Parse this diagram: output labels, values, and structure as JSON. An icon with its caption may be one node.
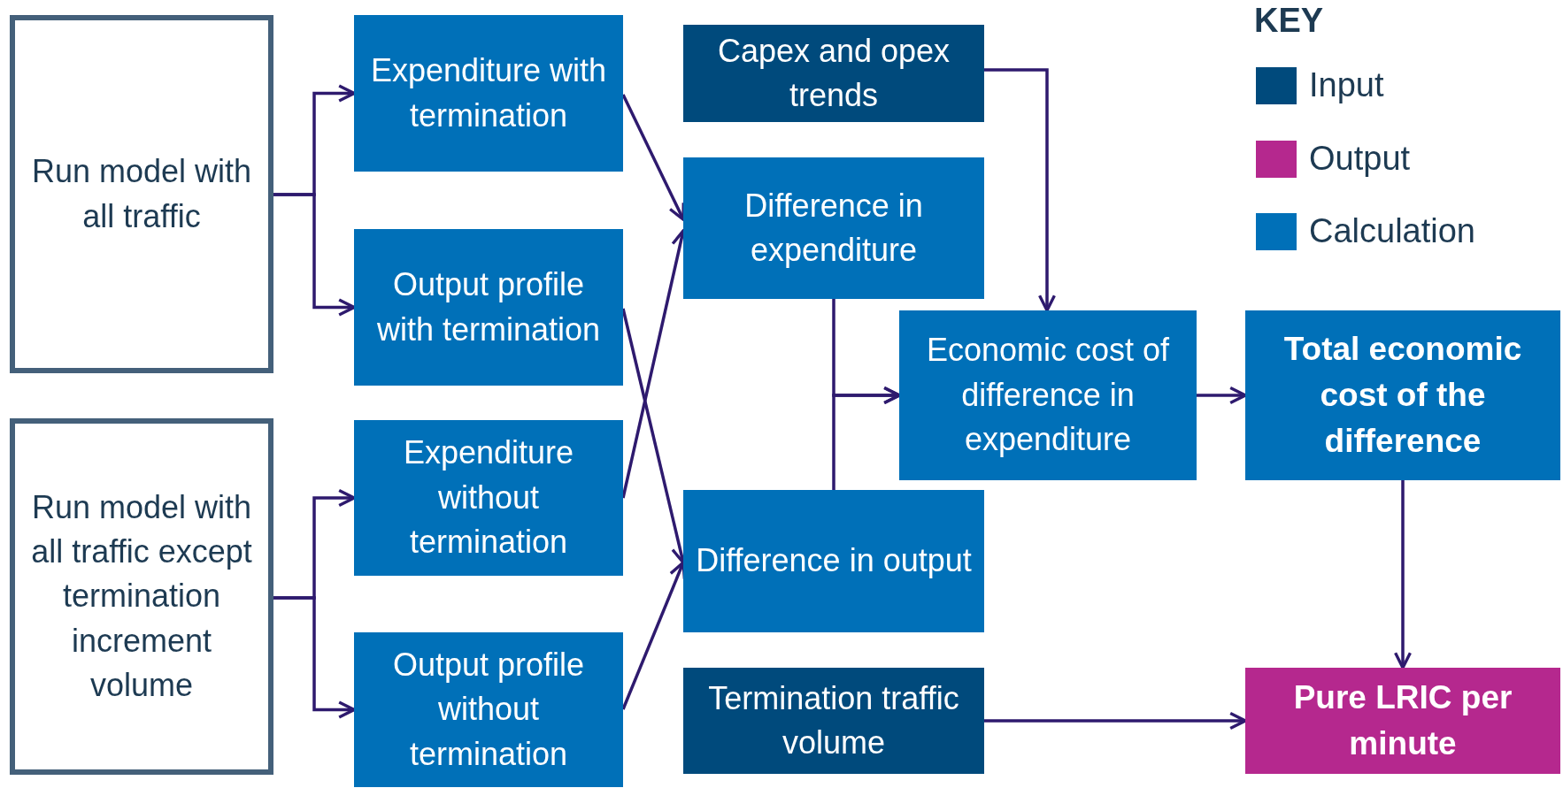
{
  "diagram": {
    "nodes": [
      {
        "text": [
          "Run model with all traffic"
        ]
      },
      {
        "text": [
          "Expenditure with termination"
        ]
      },
      {
        "text": [
          "Output profile with termination"
        ]
      },
      {
        "text": [
          "Run model with all traffic except termination increment volume"
        ]
      },
      {
        "text": [
          "Expenditure without termination"
        ]
      },
      {
        "text": [
          "Output profile without termination"
        ]
      },
      {
        "text": [
          "Capex and opex trends"
        ]
      },
      {
        "text": [
          "Difference in expenditure"
        ]
      },
      {
        "text": [
          "Difference in output"
        ]
      },
      {
        "text": [
          "Economic cost of difference in expenditure"
        ]
      },
      {
        "text": [
          "Total economic cost of the difference"
        ]
      },
      {
        "text": [
          "Termination traffic volume"
        ]
      },
      {
        "text": [
          "Pure LRIC per minute"
        ]
      }
    ],
    "edges": [
      {
        "from": 0,
        "to": 1,
        "arrow": "to"
      },
      {
        "from": 0,
        "to": 2,
        "arrow": "to"
      },
      {
        "from": 3,
        "to": 4,
        "arrow": "to"
      },
      {
        "from": 3,
        "to": 5,
        "arrow": "to"
      },
      {
        "from": 1,
        "to": 7,
        "arrow": "to"
      },
      {
        "from": 4,
        "to": 7,
        "arrow": "to"
      },
      {
        "from": 2,
        "to": 8,
        "arrow": "to"
      },
      {
        "from": 5,
        "to": 8,
        "arrow": "to"
      },
      {
        "from": 6,
        "to": 9,
        "arrow": "to"
      },
      {
        "from": 7,
        "to": 9,
        "arrow": "to"
      },
      {
        "from": 8,
        "to": 9,
        "arrow": "to"
      },
      {
        "from": 9,
        "to": 10,
        "arrow": "to"
      },
      {
        "from": 10,
        "to": 12,
        "arrow": "to"
      },
      {
        "from": 11,
        "to": 12,
        "arrow": "to"
      }
    ],
    "labels": [
      "KEY"
    ],
    "legend": [
      {
        "text": "Input",
        "color": "#004a7c"
      },
      {
        "text": "Output",
        "color": "#b5288e"
      },
      {
        "text": "Calculation",
        "color": "#0070b8"
      }
    ]
  }
}
